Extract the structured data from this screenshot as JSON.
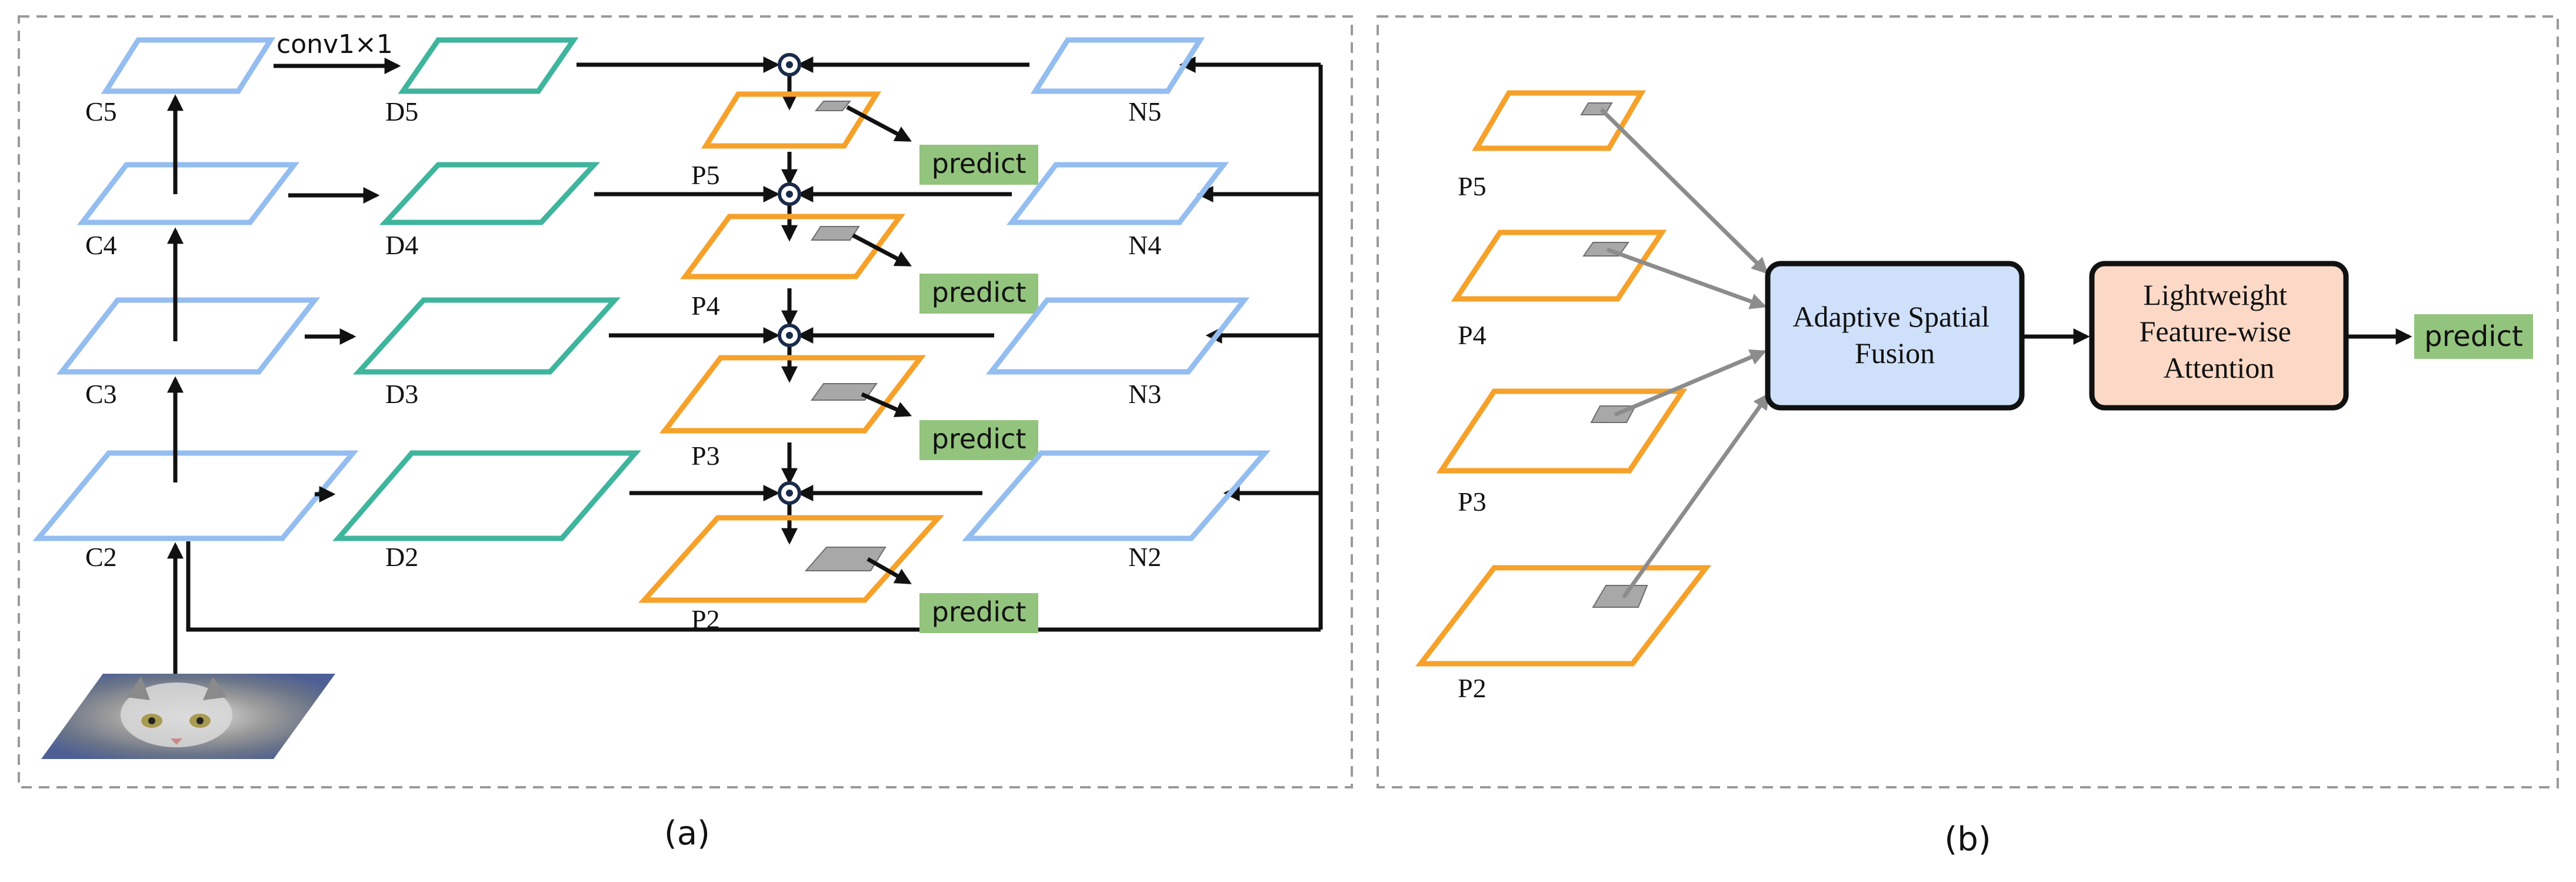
{
  "panels": {
    "a": {
      "caption": "(a)",
      "conv_label": "conv1×1",
      "backbone_labels": [
        "C5",
        "C4",
        "C3",
        "C2"
      ],
      "lateral_labels": [
        "D5",
        "D4",
        "D3",
        "D2"
      ],
      "pyramid_labels": [
        "P5",
        "P4",
        "P3",
        "P2"
      ],
      "bottomup_labels": [
        "N5",
        "N4",
        "N3",
        "N2"
      ],
      "predict_labels": [
        "predict",
        "predict",
        "predict",
        "predict"
      ],
      "input_image": "cat-photo"
    },
    "b": {
      "caption": "(b)",
      "pyramid_labels": [
        "P5",
        "P4",
        "P3",
        "P2"
      ],
      "fusion_box": [
        "Adaptive Spatial",
        "Fusion"
      ],
      "attention_box": [
        "Lightweight",
        "Feature-wise",
        "Attention"
      ],
      "predict_label": "predict"
    }
  },
  "colors": {
    "backbone": "#94bdf0",
    "lateral": "#3fb59e",
    "pyramid": "#f6a12a",
    "predict_bg": "#93c47d",
    "fusion_bg": "#cfe0fb",
    "attention_bg": "#fbd9c6",
    "patch": "#a8a8a8",
    "arrow_dark": "#111111",
    "arrow_gray": "#8c8c8c"
  }
}
